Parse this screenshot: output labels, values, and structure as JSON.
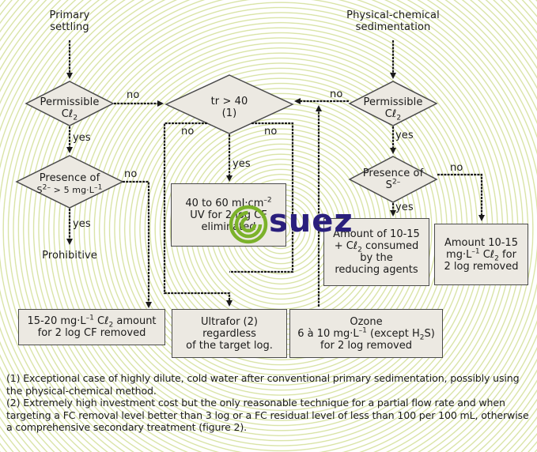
{
  "nodes": {
    "primary_settling": {
      "l1": "Primary",
      "l2": "settling"
    },
    "physchem": {
      "l1": "Physical-chemical",
      "l2": "sedimentation"
    },
    "perm_left": {
      "l1": "Permissible",
      "l2a": "Cℓ",
      "l2sub": "2"
    },
    "perm_right": {
      "l1": "Permissible",
      "l2a": "Cℓ",
      "l2sub": "2"
    },
    "tr_center": {
      "l1": "tr > 40",
      "l2": "(1)"
    },
    "presence_left": {
      "l1": "Presence of",
      "l2a": "S",
      "l2sup": "2–",
      "l2b": " > 5 mg·L",
      "l2sup2": "–1"
    },
    "presence_right": {
      "l1": "Presence of",
      "l2a": "S",
      "l2sup": "2–"
    },
    "prohibitive": "Prohibitive",
    "uv_box": {
      "l1a": "40 to 60 mJ·cm",
      "l1sup": "–2",
      "l2": "UV for 2 log CF",
      "l3": "eliminated"
    },
    "amount_consumed": {
      "l1": "Amount of 10-15",
      "l2a": "+ Cℓ",
      "l2sub": "2",
      "l2b": " consumed",
      "l3": "by the",
      "l4": "reducing agents"
    },
    "amount_10_15": {
      "l1": "Amount 10-15",
      "l2a": "mg·L",
      "l2sup": "–1",
      "l2b": " Cℓ",
      "l2sub": "2",
      "l2c": " for",
      "l3": "2 log removed"
    },
    "chlorine_box": {
      "l1a": "15-20 mg·L",
      "l1sup": "–1",
      "l1b": " Cℓ",
      "l1sub": "2",
      "l1c": " amount",
      "l2": "for 2 log CF removed"
    },
    "ultrafor_box": {
      "l1": "Ultrafor (2)",
      "l2": "regardless",
      "l3": "of the target log."
    },
    "ozone_box": {
      "l1": "Ozone",
      "l2a": "6 à 10 mg·L",
      "l2sup": "–1",
      "l2b": " (except H",
      "l2sub": "2",
      "l2c": "S)",
      "l3": "for 2 log removed"
    }
  },
  "edge_labels": {
    "no_perm_left": "no",
    "no_perm_right": "no",
    "yes_perm_left": "yes",
    "yes_perm_right": "yes",
    "no_presence_left": "no",
    "yes_presence_left": "yes",
    "no_presence_right": "no",
    "yes_presence_right": "yes",
    "no_tr_left": "no",
    "no_tr_right": "no",
    "yes_tr": "yes"
  },
  "notes": [
    "(1) Exceptional case of highly dilute, cold water after conventional primary sedimentation, possibly using the physical-chemical method.",
    "(2) Extremely high investment cost but the only reasonable technique for a partial flow rate and when targeting a FC removal level better than 3 log or a FC residual level of less than 100 per 100 mL, otherwise a comprehensive secondary treatment (figure 2)."
  ],
  "logo": {
    "text": "suez",
    "color": "#2a1f7c",
    "accent": "#7bb22a"
  },
  "colors": {
    "box_fill": "#ece9e2",
    "line": "#1a1a1a",
    "background_rings": "#cfdc8f"
  }
}
